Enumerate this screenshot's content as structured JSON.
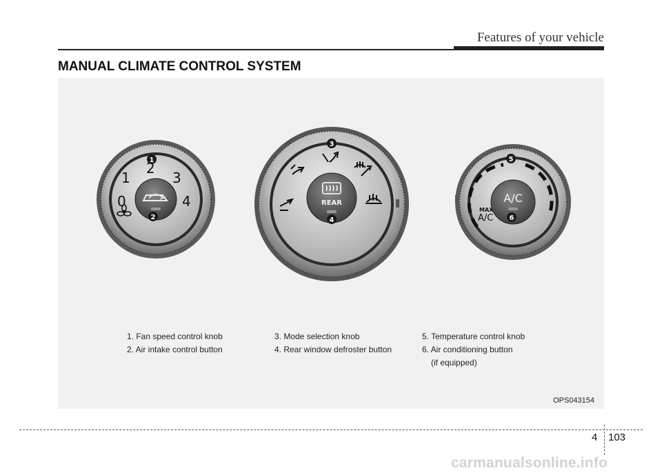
{
  "header": {
    "section_label": "Features of your vehicle"
  },
  "section": {
    "title": "MANUAL CLIMATE CONTROL SYSTEM"
  },
  "knobs": {
    "fan": {
      "speed_labels": [
        "0",
        "1",
        "2",
        "3",
        "4"
      ],
      "fan_icon": "fan-icon",
      "button_icon": "air-intake-car-icon"
    },
    "mode": {
      "button_label": "REAR",
      "button_icon": "rear-defroster-icon",
      "mode_icons": [
        "face-vent-icon",
        "bi-level-vent-icon",
        "floor-vent-icon",
        "floor-defrost-vent-icon",
        "windshield-defrost-icon"
      ]
    },
    "temperature": {
      "button_label": "A/C",
      "max_label": "MAX",
      "max_ac_label": "A/C"
    }
  },
  "callouts": [
    "1",
    "2",
    "3",
    "4",
    "5",
    "6"
  ],
  "captions": {
    "col1": [
      "1. Fan speed control knob",
      "2. Air intake control button"
    ],
    "col2": [
      "3. Mode selection knob",
      "4. Rear window defroster button"
    ],
    "col3": [
      "5. Temperature control knob",
      "6. Air conditioning button",
      "(if equipped)"
    ]
  },
  "figure_code": "OPS043154",
  "footer": {
    "chapter": "4",
    "page": "103"
  },
  "watermark": "carmanualsonline.info",
  "colors": {
    "panel": "#f1f1f1",
    "knob_dark": "#2a2a2a",
    "callout": "#1a1a1a"
  }
}
